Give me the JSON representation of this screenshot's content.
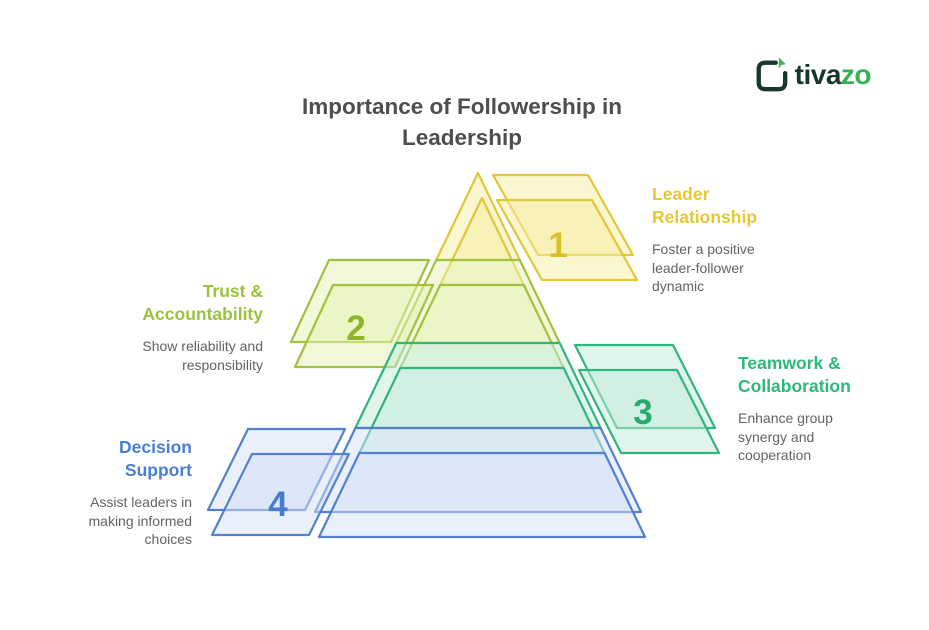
{
  "title": "Importance of Followership in Leadership",
  "brand": {
    "name_primary": "tiva",
    "name_secondary": "zo",
    "color_primary": "#16382b",
    "color_secondary": "#2fb44e",
    "icon": "checkbox-cursor-icon"
  },
  "diagram": {
    "type": "pyramid",
    "levels": [
      {
        "number": "1",
        "title": "Leader Relationship",
        "description": "Foster a positive leader-follower dynamic",
        "side": "right",
        "accent_color": "#e8c832",
        "stroke_color": "#e0c737",
        "fill_color": "#fbf6d0"
      },
      {
        "number": "2",
        "title": "Trust & Accountability",
        "description": "Show reliability and responsibility",
        "side": "left",
        "accent_color": "#9cc23c",
        "stroke_color": "#a0c23e",
        "fill_color": "#f2f8da"
      },
      {
        "number": "3",
        "title": "Teamwork & Collaboration",
        "description": "Enhance group synergy and cooperation",
        "side": "right",
        "accent_color": "#2eb879",
        "stroke_color": "#30b57a",
        "fill_color": "#e1f6ec"
      },
      {
        "number": "4",
        "title": "Decision Support",
        "description": "Assist leaders in making informed choices",
        "side": "left",
        "accent_color": "#4a7ed2",
        "stroke_color": "#5380d0",
        "fill_color": "#e9f0fb"
      }
    ],
    "description_text_color": "#636363",
    "title_text_color": "#4e4e4e"
  }
}
